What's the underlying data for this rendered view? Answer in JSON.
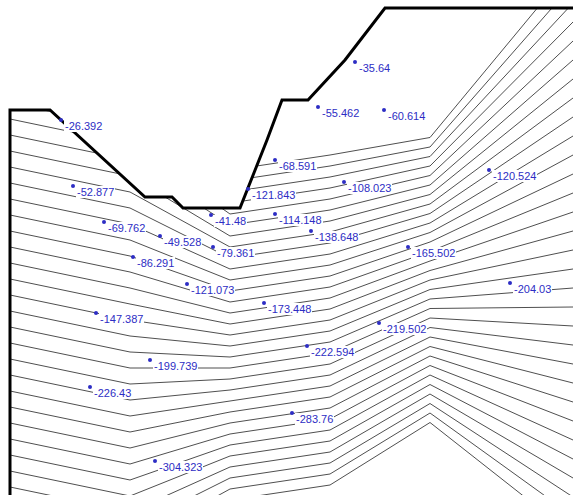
{
  "diagram": {
    "labels": [
      "-26.392",
      "-35.64",
      "-55.462",
      "-60.614",
      "-68.591",
      "-52.877",
      "-121.843",
      "-108.023",
      "-120.524",
      "-69.762",
      "-49.528",
      "-41.48",
      "-79.361",
      "-114.148",
      "-138.648",
      "-86.291",
      "-165.502",
      "-121.073",
      "-204.03",
      "-147.387",
      "-173.448",
      "-219.502",
      "-222.594",
      "-199.739",
      "-226.43",
      "-283.76",
      "-304.323"
    ]
  }
}
